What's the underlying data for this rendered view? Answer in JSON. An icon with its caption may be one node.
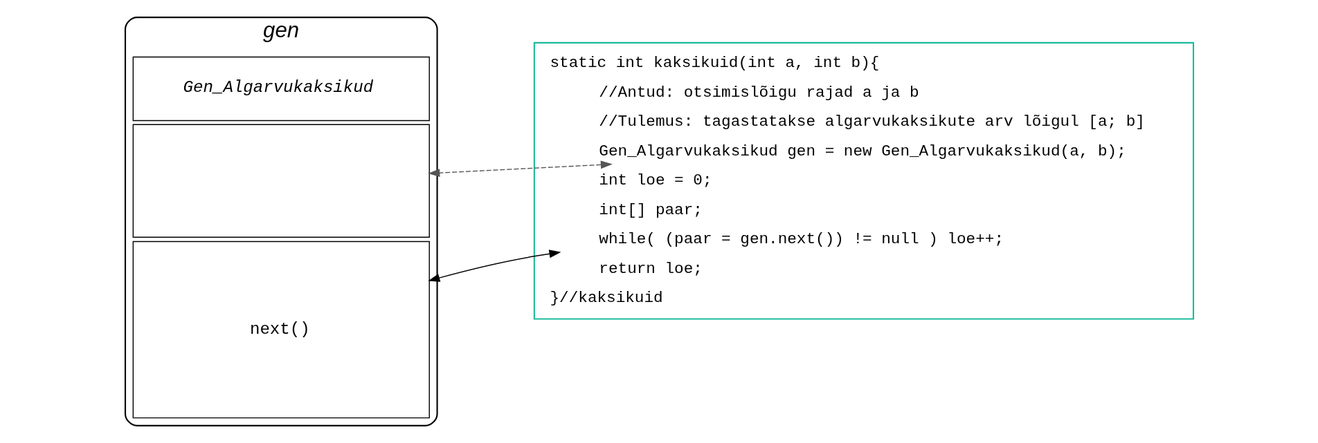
{
  "diagram": {
    "nodes": [
      {
        "text": [
          "gen"
        ]
      },
      {
        "text": [
          "Gen_Algarvukaksikud"
        ],
        "in": 0
      },
      {
        "text": [],
        "shape": "box",
        "in": 0
      },
      {
        "text": [
          "next()"
        ],
        "in": 0
      },
      {
        "text": [],
        "shape": "box"
      },
      {
        "text": [
          "static int kaksikuid(int a, int b){"
        ],
        "in": 4
      },
      {
        "text": [
          "//Antud: otsimislõigu rajad a ja b"
        ],
        "in": 4
      },
      {
        "text": [
          "//Tulemus: tagastatakse algarvukaksikute arv lõigul [a; b]"
        ],
        "in": 4
      },
      {
        "text": [
          "Gen_Algarvukaksikud gen = new Gen_Algarvukaksikud(a, b);"
        ],
        "in": 4
      },
      {
        "text": [
          "int loe = 0;"
        ],
        "in": 4
      },
      {
        "text": [
          "int[] paar;"
        ],
        "in": 4
      },
      {
        "text": [
          "while( (paar = gen.next()) != null ) loe++;"
        ],
        "in": 4
      },
      {
        "text": [
          "return loe;"
        ],
        "in": 4
      },
      {
        "text": [
          "}//kaksikuid"
        ],
        "in": 4
      }
    ],
    "edges": [
      {
        "from": 8,
        "to": 2,
        "arrow": "both",
        "style": "dashed"
      },
      {
        "from": 3,
        "to": 11,
        "arrow": "both"
      }
    ]
  }
}
